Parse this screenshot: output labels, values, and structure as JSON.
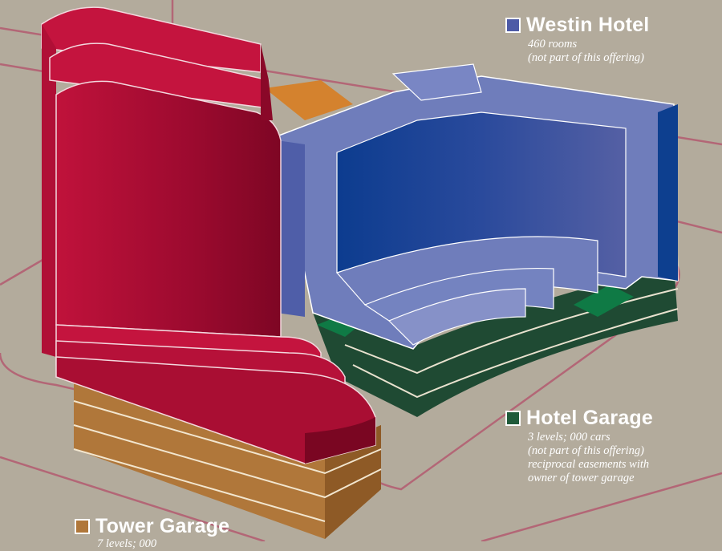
{
  "legend": {
    "westin": {
      "title": "Westin Hotel",
      "lines": [
        "460 rooms",
        "(not part of this offering)"
      ],
      "color": "#4d5aa6"
    },
    "hotel_garage": {
      "title": "Hotel Garage",
      "lines": [
        "3 levels; 000 cars",
        "(not part of this offering)",
        "reciprocal easements with",
        "owner of tower garage"
      ],
      "color": "#1f5a3a"
    },
    "tower_garage": {
      "title": "Tower Garage",
      "lines": [
        "7 levels; 000"
      ],
      "color": "#b0773a"
    }
  },
  "colors": {
    "background": "#b3ab9c",
    "tower": "#9e0c31",
    "tower_top": "#c0143d",
    "hotel_dark": "#1d3d8c",
    "hotel_light": "#6f7dbb",
    "garage_green": "#1f4a33",
    "garage_orange": "#b0773a",
    "street_lines": "#b06070"
  }
}
